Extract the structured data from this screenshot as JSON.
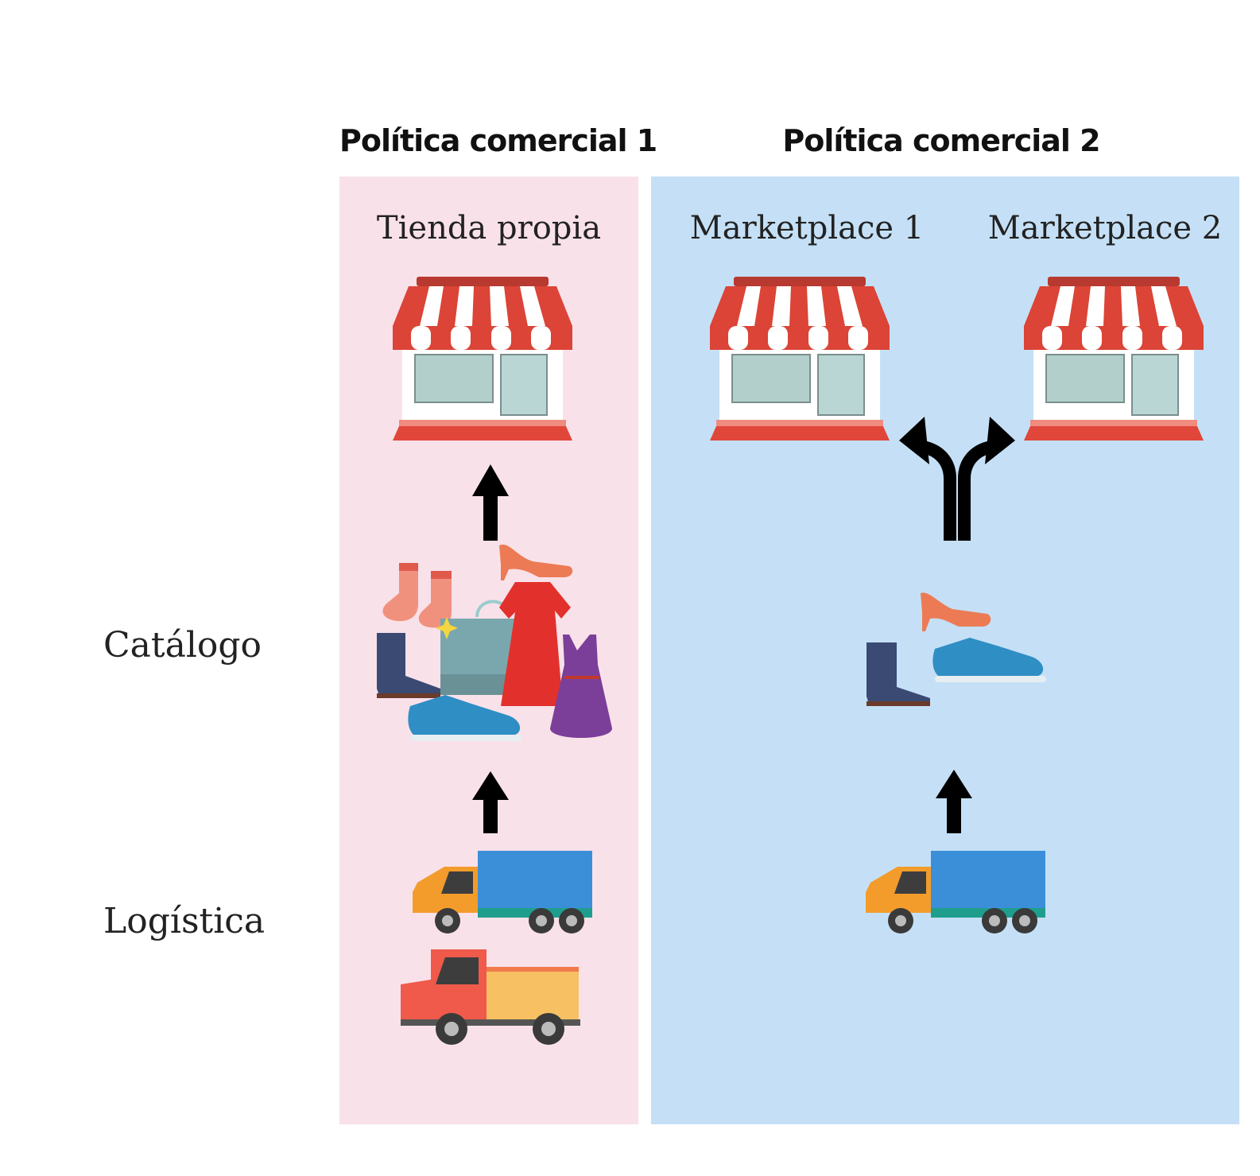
{
  "policies": [
    {
      "title": "Política comercial 1",
      "color": "#f9e1ea",
      "channels": [
        "Tienda propia"
      ]
    },
    {
      "title": "Política comercial 2",
      "color": "#c5e0f6",
      "channels": [
        "Marketplace 1",
        "Marketplace 2"
      ]
    }
  ],
  "rows": {
    "catalog": "Catálogo",
    "logistics": "Logística"
  },
  "colors": {
    "awning_red": "#db4437",
    "awning_white": "#ffffff",
    "store_base": "#e0473a",
    "window": "#b3cfcc",
    "truck_cab": "#f39c2b",
    "container": "#3b8fd9",
    "pickup_cab": "#ef5a4b",
    "pickup_bed": "#f6c063",
    "arrow": "#000000"
  },
  "icons": [
    "store-icon",
    "arrow-up-icon",
    "fork-arrow-icon",
    "clothes-icon",
    "shoes-icon",
    "container-truck-icon",
    "pickup-truck-icon"
  ]
}
